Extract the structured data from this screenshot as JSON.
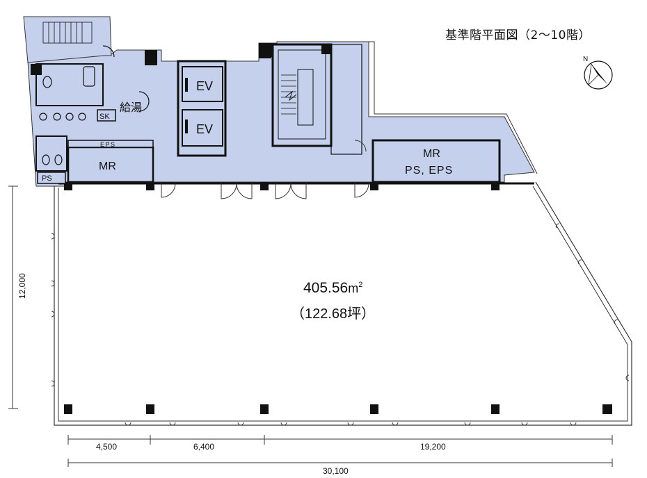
{
  "title": "基準階平面図（2〜10階）",
  "north_label": "N",
  "rooms": {
    "ev_upper": "EV",
    "ev_lower": "EV",
    "mr_left": "MR",
    "mr_right_line1": "MR",
    "mr_right_line2": "PS, EPS",
    "eps_left": "EPS",
    "ps_left": "PS",
    "sk": "SK",
    "kitchen": "給湯"
  },
  "floor_area": {
    "value": "405.56",
    "unit": "m",
    "unit_sup": "2",
    "tsubo": "（122.68坪）"
  },
  "dimensions": {
    "vertical": "12,000",
    "seg1": "4,500",
    "seg2": "6,400",
    "seg3": "19,200",
    "total": "30,100"
  },
  "colors": {
    "core_fill": "#c5d0ec",
    "wall": "#1a1a1a",
    "line": "#555555"
  }
}
